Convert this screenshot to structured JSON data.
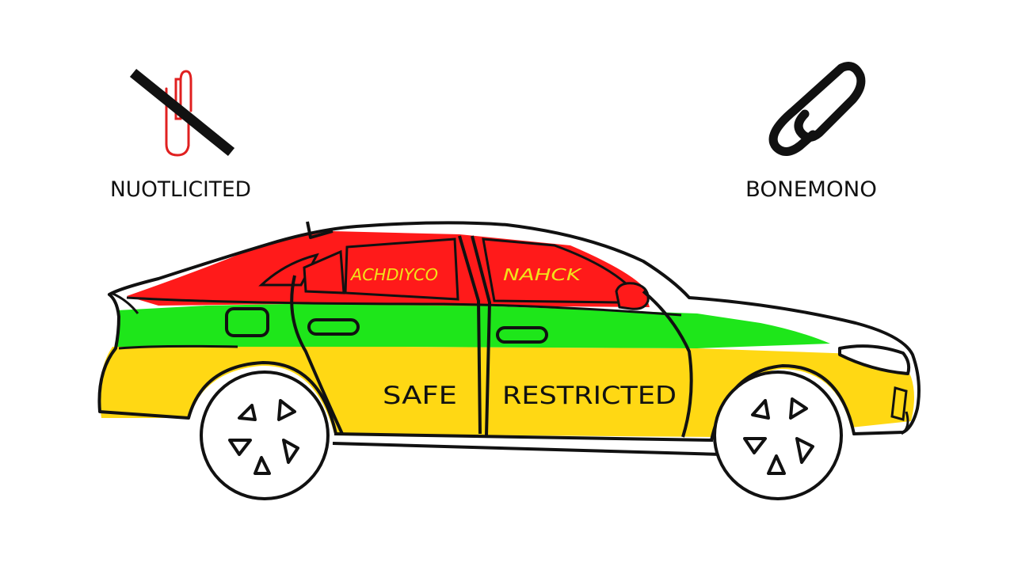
{
  "icons": {
    "left": {
      "name": "no-object-icon",
      "caption": "NUOTLICITED"
    },
    "right": {
      "name": "link-icon",
      "caption": "BONEMONO"
    }
  },
  "car": {
    "zones": [
      {
        "label": "SAFE"
      },
      {
        "label": "RESTRICTED"
      }
    ],
    "window_text": {
      "rear": "ACHDIYCO",
      "front": "NAHCK"
    }
  },
  "colors": {
    "red": "#ff1a1a",
    "green": "#1ee61a",
    "yellow": "#ffd814",
    "outline": "#111111",
    "window_text": "#f2e21a"
  }
}
